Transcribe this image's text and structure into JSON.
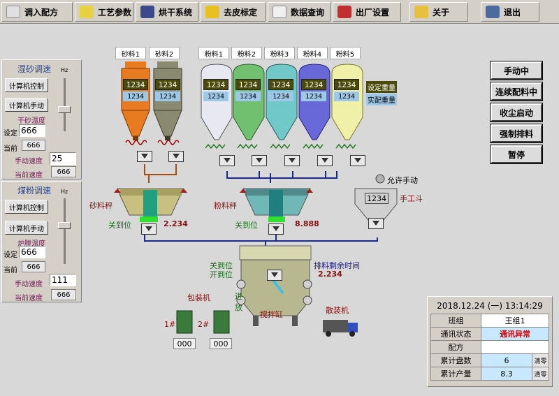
{
  "toolbar": {
    "items": [
      {
        "label": "调入配方",
        "icon": "folder-icon"
      },
      {
        "label": "工艺参数",
        "icon": "settings-icon"
      },
      {
        "label": "烘干系统",
        "icon": "dryer-icon"
      },
      {
        "label": "去皮标定",
        "icon": "tare-icon"
      },
      {
        "label": "数据查询",
        "icon": "query-icon"
      },
      {
        "label": "出厂设置",
        "icon": "tools-icon"
      },
      {
        "label": "关于",
        "icon": "handshake-icon"
      },
      {
        "label": "退出",
        "icon": "exit-icon"
      }
    ]
  },
  "wet_sand": {
    "title": "湿砂调速",
    "hz": "Hz",
    "btn_computer": "计算机控制",
    "btn_manual": "计算机手动",
    "temp_label": "干砂温度",
    "set_label": "设定",
    "set_value": "666",
    "cur_label": "当前",
    "cur_value": "666",
    "manual_speed_label": "手动速度",
    "manual_speed_value": "25",
    "cur_speed_label": "当前速度",
    "cur_speed_value": "666"
  },
  "coal": {
    "title": "煤粉调速",
    "hz": "Hz",
    "btn_computer": "计算机控制",
    "btn_manual": "计算机手动",
    "temp_label": "炉膛温度",
    "set_label": "设定",
    "set_value": "666",
    "cur_label": "当前",
    "cur_value": "666",
    "manual_speed_label": "手动速度",
    "manual_speed_value": "111",
    "cur_speed_label": "当前速度",
    "cur_speed_value": "666"
  },
  "materials": {
    "sand": [
      "砂料1",
      "砂料2"
    ],
    "powder": [
      "粉料1",
      "粉料2",
      "粉料3",
      "粉料4",
      "粉料5"
    ]
  },
  "silo_set": "1234",
  "silo_actual": "1234",
  "legend": {
    "set": "设定重量",
    "actual": "实配重量"
  },
  "sand_scale": {
    "label": "砂料秤",
    "closed": "关到位",
    "value": "2.234"
  },
  "powder_scale": {
    "label": "粉料秤",
    "closed": "关到位",
    "value": "8.888"
  },
  "manual_hopper": {
    "allow": "允许手动",
    "label": "手工斗",
    "value": "1234"
  },
  "mixer": {
    "closed": "关到位",
    "opened": "开到位",
    "remain_label": "排料剩余时间",
    "remain_value": "2.234",
    "in_label": "进",
    "out_label": "放",
    "name": "搅拌缸"
  },
  "packer": {
    "label": "包装机",
    "m1": "1#",
    "m2": "2#",
    "v1": "000",
    "v2": "000"
  },
  "bulk": {
    "label": "散装机"
  },
  "right_buttons": [
    "手动中",
    "连续配料中",
    "收尘启动",
    "强制排料",
    "暂停"
  ],
  "info": {
    "datetime": "2018.12.24 (一) 13:14:29",
    "rows": [
      {
        "label": "班组",
        "value": "王组1"
      },
      {
        "label": "通讯状态",
        "value": "通讯异常"
      },
      {
        "label": "配方",
        "value": ""
      },
      {
        "label": "累计盘数",
        "value": "6",
        "btn": "清零"
      },
      {
        "label": "累计产量",
        "value": "8.3",
        "btn": "清零"
      }
    ]
  },
  "colors": {
    "sand1": "#e87a20",
    "sand2": "#8a8a70",
    "powder1": "#e0e0e8",
    "powder2": "#70c070",
    "powder3": "#70c8c8",
    "powder4": "#6060d0",
    "powder5": "#f0f0a0",
    "comm_error": "#e00000"
  }
}
